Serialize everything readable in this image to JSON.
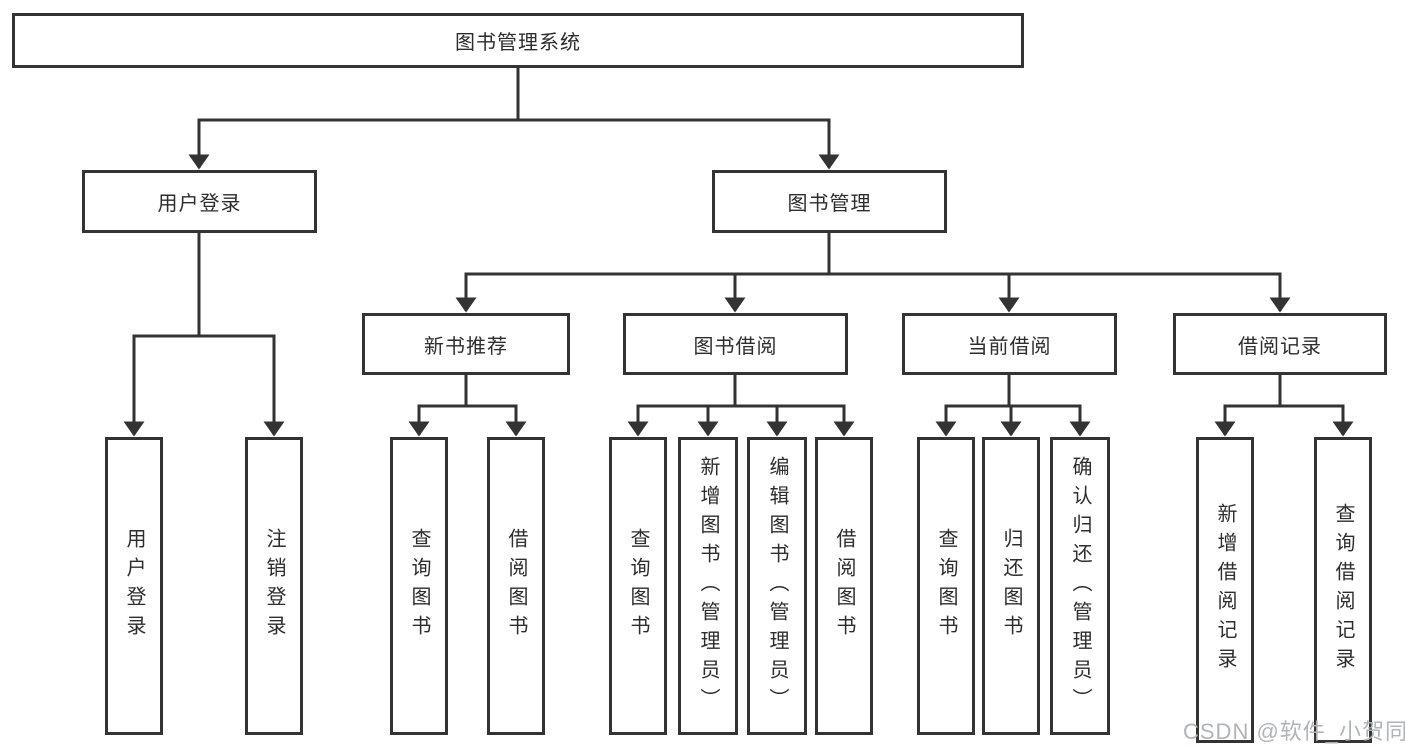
{
  "diagram": {
    "root": {
      "label": "图书管理系统"
    },
    "user_login": {
      "label": "用户登录",
      "children": [
        {
          "label": "用户登录"
        },
        {
          "label": "注销登录"
        }
      ]
    },
    "book_mgmt": {
      "label": "图书管理"
    },
    "new_book_rec": {
      "label": "新书推荐",
      "children": [
        {
          "label": "查询图书"
        },
        {
          "label": "借阅图书"
        }
      ]
    },
    "book_borrowing": {
      "label": "图书借阅",
      "children": [
        {
          "label": "查询图书"
        },
        {
          "label": "新增图书（管理员）"
        },
        {
          "label": "编辑图书（管理员）"
        },
        {
          "label": "借阅图书"
        }
      ]
    },
    "current_borrowing": {
      "label": "当前借阅",
      "children": [
        {
          "label": "查询图书"
        },
        {
          "label": "归还图书"
        },
        {
          "label": "确认归还（管理员）"
        }
      ]
    },
    "borrow_records": {
      "label": "借阅记录",
      "children": [
        {
          "label": "新增借阅记录"
        },
        {
          "label": "查询借阅记录"
        }
      ]
    }
  },
  "watermark": {
    "text": "CSDN @软件_小贺同学"
  },
  "colors": {
    "line": "#333333",
    "box_border": "#333333",
    "box_background": "#ffffff",
    "text": "#2d2d2d",
    "watermark": "#aeb4bc",
    "background": "#ffffff"
  }
}
